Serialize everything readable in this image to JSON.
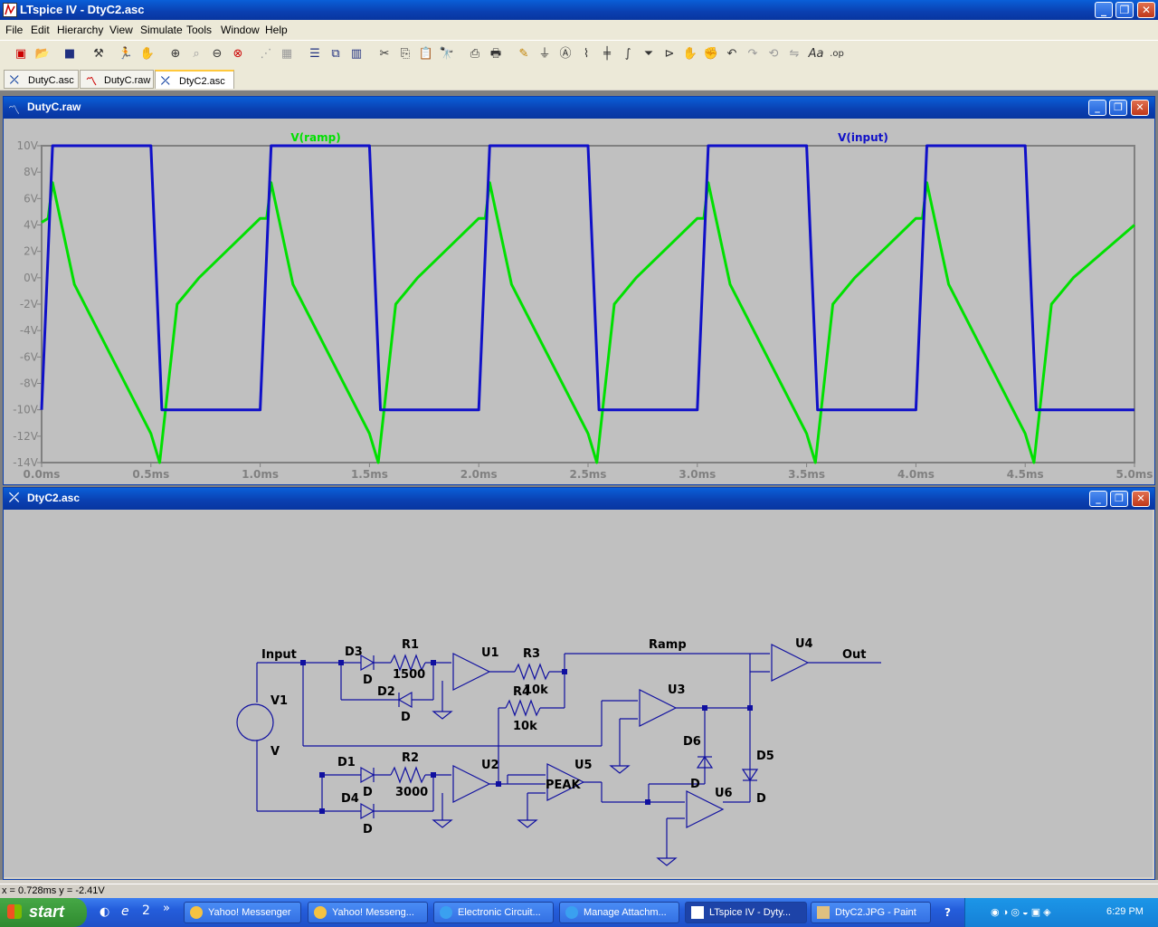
{
  "app": {
    "title": "LTspice IV - DtyC2.asc",
    "icons": {
      "app": "ltspice-icon",
      "minimize": "minimize-icon",
      "restore": "restore-icon",
      "close": "close-icon"
    }
  },
  "menu": [
    "File",
    "Edit",
    "Hierarchy",
    "View",
    "Simulate",
    "Tools",
    "Window",
    "Help"
  ],
  "toolbar": [
    "new-schematic-icon",
    "open-icon",
    "save-icon",
    "control-panel-icon",
    "run-icon",
    "halt-icon",
    "zoom-in-icon",
    "zoom-area-icon",
    "zoom-out-icon",
    "zoom-fit-icon",
    "autorange-icon",
    "grid-icon",
    "tile-horizontal-icon",
    "cascade-icon",
    "tile-vertical-icon",
    "cut-icon",
    "copy-icon",
    "paste-icon",
    "find-icon",
    "print-setup-icon",
    "print-icon",
    "wire-icon",
    "ground-icon",
    "label-icon",
    "resistor-icon",
    "capacitor-icon",
    "inductor-icon",
    "diode-icon",
    "component-icon",
    "move-icon",
    "drag-icon",
    "undo-icon",
    "redo-icon",
    "rotate-icon",
    "mirror-icon",
    "text-icon",
    "spice-directive-icon"
  ],
  "tabs": [
    {
      "label": "DutyC.asc",
      "icon": "schematic-icon"
    },
    {
      "label": "DutyC.raw",
      "icon": "waveform-icon"
    },
    {
      "label": "DtyC2.asc",
      "icon": "schematic-icon",
      "active": true
    }
  ],
  "waveform_window": {
    "title": "DutyC.raw",
    "trace_labels": [
      {
        "name": "V(ramp)",
        "color": "#00e000"
      },
      {
        "name": "V(input)",
        "color": "#1010c8"
      }
    ]
  },
  "chart_data": {
    "type": "line",
    "title": "",
    "xlabel": "",
    "ylabel": "",
    "xlim": [
      0,
      5.0
    ],
    "ylim": [
      -14,
      10
    ],
    "grid": true,
    "legend_placement": "top",
    "x_ticks": [
      "0.0ms",
      "0.5ms",
      "1.0ms",
      "1.5ms",
      "2.0ms",
      "2.5ms",
      "3.0ms",
      "3.5ms",
      "4.0ms",
      "4.5ms",
      "5.0ms"
    ],
    "y_ticks": [
      "10V",
      "8V",
      "6V",
      "4V",
      "2V",
      "0V",
      "-2V",
      "-4V",
      "-6V",
      "-8V",
      "-10V",
      "-12V",
      "-14V"
    ],
    "series": [
      {
        "name": "V(input)",
        "color": "#1010c8",
        "x": [
          0.0,
          0.05,
          0.5,
          0.55,
          1.0,
          1.05,
          1.5,
          1.55,
          2.0,
          2.05,
          2.5,
          2.55,
          3.0,
          3.05,
          3.5,
          3.55,
          4.0,
          4.05,
          4.5,
          4.55,
          5.0
        ],
        "y": [
          -10,
          10,
          10,
          -10,
          -10,
          10,
          10,
          -10,
          -10,
          10,
          10,
          -10,
          -10,
          10,
          10,
          -10,
          -10,
          10,
          10,
          -10,
          -10
        ]
      },
      {
        "name": "V(ramp)",
        "color": "#00e000",
        "x": [
          0.0,
          0.03,
          0.05,
          0.15,
          0.5,
          0.54,
          0.62,
          0.72,
          1.0,
          1.03,
          1.05,
          1.15,
          1.5,
          1.54,
          1.62,
          1.72,
          2.0,
          2.03,
          2.05,
          2.15,
          2.5,
          2.54,
          2.62,
          2.72,
          3.0,
          3.03,
          3.05,
          3.15,
          3.5,
          3.54,
          3.62,
          3.72,
          4.0,
          4.03,
          4.05,
          4.15,
          4.5,
          4.54,
          4.62,
          4.72,
          5.0
        ],
        "y": [
          4.2,
          4.5,
          7.2,
          -0.5,
          -11.8,
          -14.0,
          -2.0,
          0.0,
          4.5,
          4.5,
          7.2,
          -0.5,
          -11.8,
          -14.0,
          -2.0,
          0.0,
          4.5,
          4.5,
          7.2,
          -0.5,
          -11.8,
          -14.0,
          -2.0,
          0.0,
          4.5,
          4.5,
          7.2,
          -0.5,
          -11.8,
          -14.0,
          -2.0,
          0.0,
          4.5,
          4.5,
          7.2,
          -0.5,
          -11.8,
          -14.0,
          -2.0,
          0.0,
          4.0
        ]
      }
    ]
  },
  "schematic_window": {
    "title": "DtyC2.asc",
    "labels": {
      "input": "Input",
      "v1": "V1",
      "v": "V",
      "d3": "D3",
      "d3v": "D",
      "r1": "R1",
      "r1v": "1500",
      "d2": "D2",
      "d2v": "D",
      "u1": "U1",
      "r3": "R3",
      "r3v": "10k",
      "r4": "R4",
      "r4v": "10k",
      "ramp": "Ramp",
      "u4": "U4",
      "out": "Out",
      "u3": "U3",
      "d6": "D6",
      "d6v": "D",
      "d5": "D5",
      "d5v": "D",
      "d1": "D1",
      "d1v": "D",
      "r2": "R2",
      "r2v": "3000",
      "u2": "U2",
      "u5": "U5",
      "peak": "PEAK",
      "u6": "U6",
      "d4": "D4",
      "d4v": "D"
    }
  },
  "status": {
    "cursor": "x = 0.728ms   y = -2.41V"
  },
  "taskbar": {
    "start": "start",
    "quick": "»",
    "quick_badge": "2",
    "tasks": [
      {
        "label": "Yahoo! Messenger",
        "icon": "yahoo-icon"
      },
      {
        "label": "Yahoo! Messeng...",
        "icon": "yahoo-icon"
      },
      {
        "label": "Electronic Circuit...",
        "icon": "ie-icon"
      },
      {
        "label": "Manage Attachm...",
        "icon": "ie-icon"
      },
      {
        "label": "LTspice IV - Dyty...",
        "icon": "ltspice-icon",
        "active": true
      },
      {
        "label": "DtyC2.JPG - Paint",
        "icon": "paint-icon"
      }
    ],
    "help": "?",
    "clock": "6:29 PM"
  }
}
